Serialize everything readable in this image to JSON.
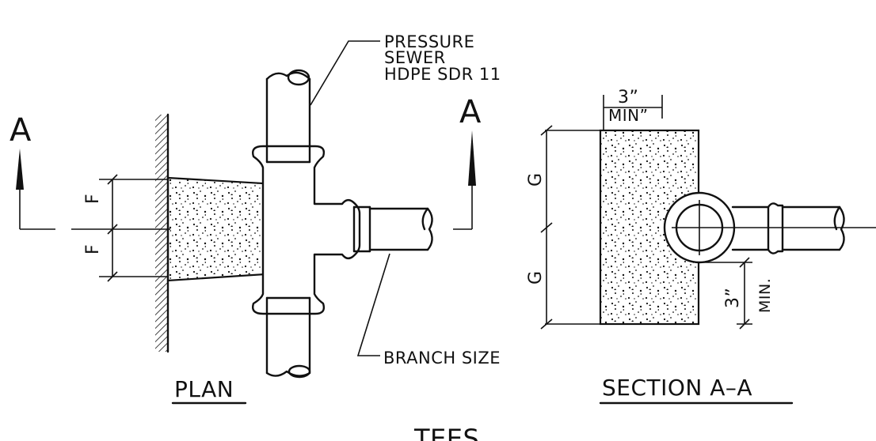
{
  "drawing": {
    "callouts": {
      "pipe_note": [
        "PRESSURE",
        "SEWER",
        "HDPE SDR 11"
      ],
      "branch": "BRANCH SIZE"
    },
    "section_marker": "A",
    "plan": {
      "title": "PLAN",
      "dim_f": "F"
    },
    "section": {
      "title": "SECTION A–A",
      "dim_g": "G",
      "top_dim_value": "3”",
      "top_dim_min": "MIN”",
      "side_dim_value": "3”",
      "side_dim_min": "MIN."
    },
    "caption": "TEES"
  }
}
